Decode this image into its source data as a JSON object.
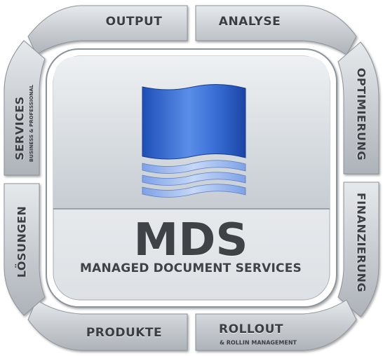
{
  "center": {
    "title": "MDS",
    "subtitle": "MANAGED DOCUMENT SERVICES"
  },
  "segments": {
    "output": "OUTPUT",
    "analyse": "ANALYSE",
    "optimierung": "OPTIMIERUNG",
    "finanzierung": "FINANZIERUNG",
    "rollout": "ROLLOUT",
    "rollout_sub": "& ROLLIN MANAGEMENT",
    "produkte": "PRODUKTE",
    "loesungen": "LÖSUNGEN",
    "services": "SERVICES",
    "services_sub": "BUSINESS & PROFESSIONAL"
  },
  "colors": {
    "segment_fill": "#c9cdd2",
    "center_top": "#d8dde2",
    "center_bottom": "#eef0f2",
    "logo_blue": "#2f63c8",
    "text": "#3b3f44"
  }
}
